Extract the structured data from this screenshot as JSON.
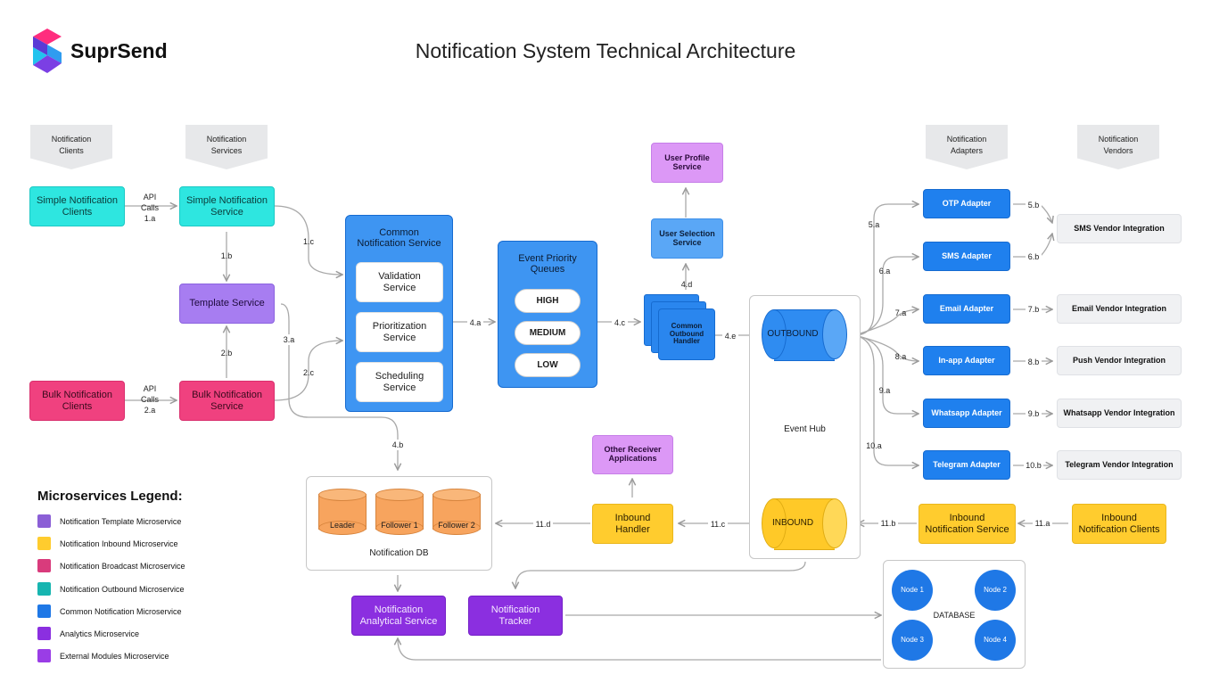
{
  "brand": {
    "name": "SuprSend"
  },
  "title": "Notification System Technical Architecture",
  "headers": {
    "clients": "Notification\nClients",
    "services": "Notification\nServices",
    "adapters": "Notification\nAdapters",
    "vendors": "Notification\nVendors"
  },
  "nodes": {
    "simple_clients": "Simple Notification\nClients",
    "simple_service": "Simple Notification\nService",
    "template_service": "Template Service",
    "bulk_clients": "Bulk Notification\nClients",
    "bulk_service": "Bulk Notification\nService",
    "common_service": "Common\nNotification Service",
    "validation": "Validation\nService",
    "prioritization": "Prioritization\nService",
    "scheduling": "Scheduling\nService",
    "queues": "Event Priority\nQueues",
    "high": "HIGH",
    "medium": "MEDIUM",
    "low": "LOW",
    "user_profile": "User Profile\nService",
    "user_selection": "User Selection\nService",
    "outbound_handler": "Common\nOutbound\nHandler",
    "outbound": "OUTBOUND",
    "event_hub": "Event Hub",
    "inbound": "INBOUND",
    "other_receiver": "Other Receiver\nApplications",
    "inbound_handler": "Inbound\nHandler",
    "leader": "Leader",
    "follower1": "Follower 1",
    "follower2": "Follower 2",
    "notification_db": "Notification DB",
    "analytical": "Notification\nAnalytical Service",
    "tracker": "Notification\nTracker",
    "database": "DATABASE",
    "node1": "Node 1",
    "node2": "Node 2",
    "node3": "Node 3",
    "node4": "Node 4",
    "otp_adapter": "OTP Adapter",
    "sms_adapter": "SMS Adapter",
    "email_adapter": "Email Adapter",
    "inapp_adapter": "In-app Adapter",
    "whatsapp_adapter": "Whatsapp Adapter",
    "telegram_adapter": "Telegram Adapter",
    "sms_vendor": "SMS Vendor Integration",
    "email_vendor": "Email Vendor Integration",
    "push_vendor": "Push Vendor Integration",
    "whatsapp_vendor": "Whatsapp Vendor Integration",
    "telegram_vendor": "Telegram Vendor Integration",
    "inbound_service": "Inbound\nNotification Service",
    "inbound_clients": "Inbound\nNotification Clients"
  },
  "edge_labels": {
    "api1": "API\nCalls\n1.a",
    "api2": "API\nCalls\n2.a",
    "e1b": "1.b",
    "e1c": "1.c",
    "e2b": "2.b",
    "e2c": "2.c",
    "e3a": "3.a",
    "e4a": "4.a",
    "e4b": "4.b",
    "e4c": "4.c",
    "e4d": "4.d",
    "e4e": "4.e",
    "e5a": "5.a",
    "e5b": "5.b",
    "e6a": "6.a",
    "e6b": "6.b",
    "e7a": "7.a",
    "e7b": "7.b",
    "e8a": "8.a",
    "e8b": "8.b",
    "e9a": "9.a",
    "e9b": "9.b",
    "e10a": "10.a",
    "e10b": "10.b",
    "e11a": "11.a",
    "e11b": "11.b",
    "e11c": "11.c",
    "e11d": "11.d"
  },
  "legend": {
    "title": "Microservices Legend:",
    "items": [
      {
        "label": "Notification Template Microservice",
        "color": "#8b5fd6"
      },
      {
        "label": "Notification Inbound Microservice",
        "color": "#ffcc2e"
      },
      {
        "label": "Notification Broadcast Microservice",
        "color": "#d93b7c"
      },
      {
        "label": "Notification Outbound Microservice",
        "color": "#17b5b0"
      },
      {
        "label": "Common Notification Microservice",
        "color": "#1f78e6"
      },
      {
        "label": "Analytics Microservice",
        "color": "#8b2fe0"
      },
      {
        "label": "External Modules Microservice",
        "color": "#9a3de6"
      }
    ]
  }
}
